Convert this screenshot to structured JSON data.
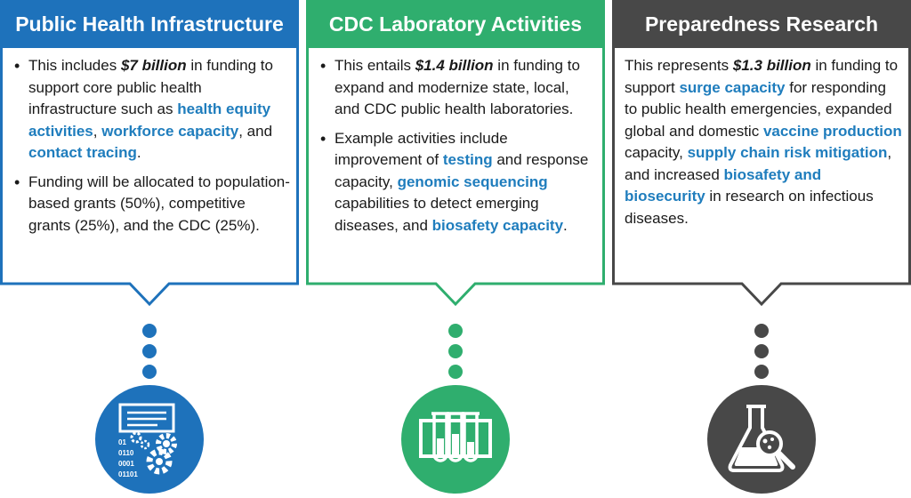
{
  "colors": {
    "blue": "#1e72bb",
    "green": "#2fae6e",
    "gray": "#484848",
    "highlight": "#1f7dbd"
  },
  "columns": [
    {
      "title": "Public Health Infrastructure",
      "icon": "data-gears-icon",
      "bullets": [
        {
          "parts": [
            {
              "t": "This includes ",
              "s": "n"
            },
            {
              "t": "$7 billion",
              "s": "em"
            },
            {
              "t": " in funding to support core public health infrastructure such as ",
              "s": "n"
            },
            {
              "t": "health equity activities",
              "s": "hl"
            },
            {
              "t": ", ",
              "s": "n"
            },
            {
              "t": "workforce capacity",
              "s": "hl"
            },
            {
              "t": ", and ",
              "s": "n"
            },
            {
              "t": "contact tracing",
              "s": "hl"
            },
            {
              "t": ".",
              "s": "n"
            }
          ]
        },
        {
          "parts": [
            {
              "t": "Funding will be allocated to population-based grants (50%), competitive grants (25%), and the CDC (25%).",
              "s": "n"
            }
          ]
        }
      ],
      "icon_text": [
        "01",
        "0110",
        "0001",
        "01101"
      ]
    },
    {
      "title": "CDC Laboratory Activities",
      "icon": "test-tubes-icon",
      "bullets": [
        {
          "parts": [
            {
              "t": "This entails ",
              "s": "n"
            },
            {
              "t": "$1.4 billion",
              "s": "em"
            },
            {
              "t": " in funding to expand and modernize state, local, and CDC public health laboratories.",
              "s": "n"
            }
          ]
        },
        {
          "parts": [
            {
              "t": "Example activities include improvement of ",
              "s": "n"
            },
            {
              "t": "testing",
              "s": "hl"
            },
            {
              "t": " and response capacity, ",
              "s": "n"
            },
            {
              "t": "genomic sequencing",
              "s": "hl"
            },
            {
              "t": " capabilities to detect emerging diseases, and ",
              "s": "n"
            },
            {
              "t": "biosafety capacity",
              "s": "hl"
            },
            {
              "t": ".",
              "s": "n"
            }
          ]
        }
      ]
    },
    {
      "title": "Preparedness Research",
      "icon": "flask-magnifier-icon",
      "paragraph": {
        "parts": [
          {
            "t": "This represents ",
            "s": "n"
          },
          {
            "t": "$1.3 billion",
            "s": "em"
          },
          {
            "t": " in funding to support ",
            "s": "n"
          },
          {
            "t": "surge capacity",
            "s": "hl"
          },
          {
            "t": " for responding to public health emergencies, expanded global and domestic ",
            "s": "n"
          },
          {
            "t": "vaccine production",
            "s": "hl"
          },
          {
            "t": " capacity, ",
            "s": "n"
          },
          {
            "t": "supply chain risk mitigation",
            "s": "hl"
          },
          {
            "t": ", and increased ",
            "s": "n"
          },
          {
            "t": "biosafety and biosecurity",
            "s": "hl"
          },
          {
            "t": " in research on infectious diseases.",
            "s": "n"
          }
        ]
      }
    }
  ]
}
